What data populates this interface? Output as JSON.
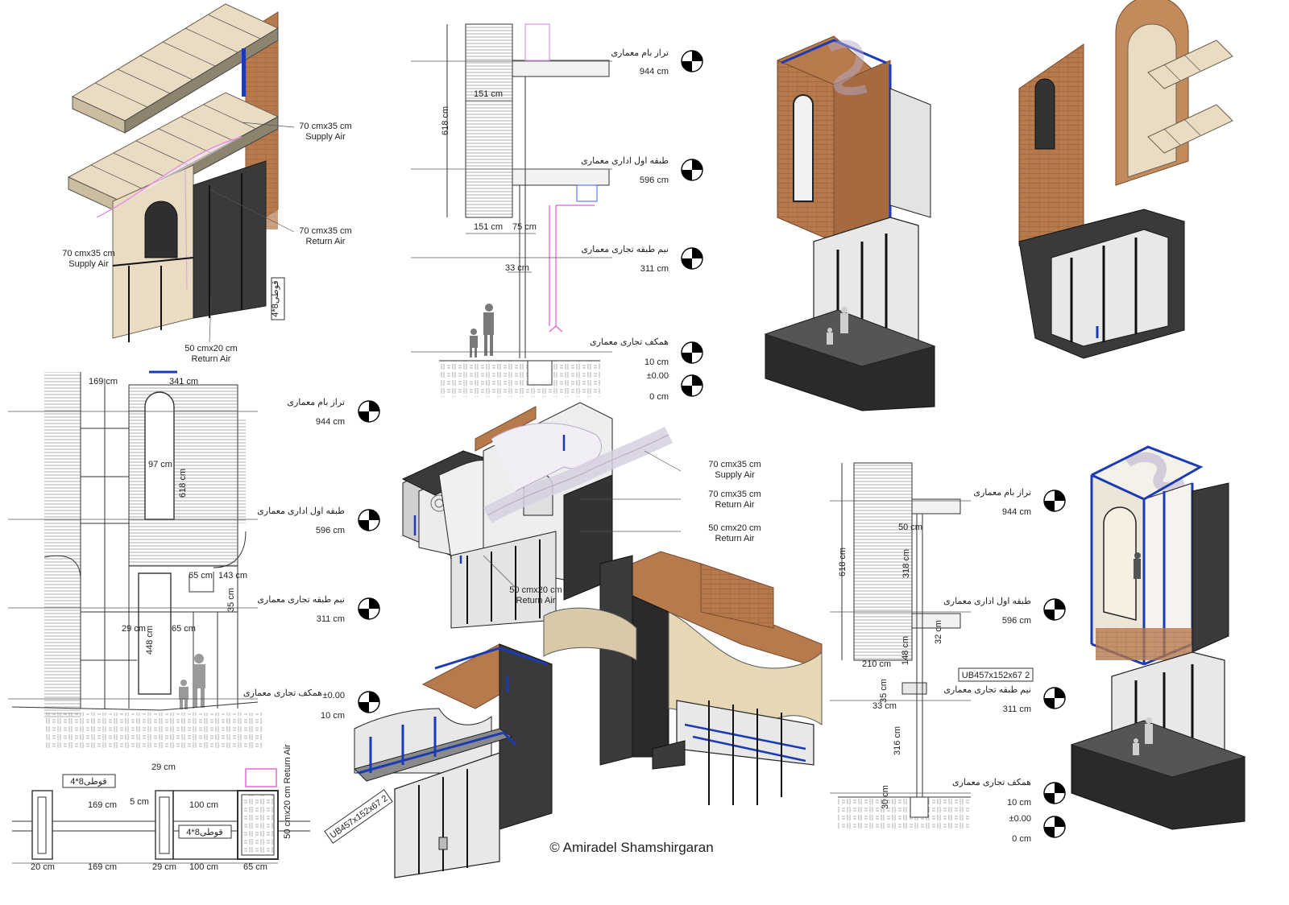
{
  "copyright": "© Amiradel Shamshirgaran",
  "colors": {
    "brick": "#b77a4d",
    "beige": "#e9dcc2",
    "dark_base": "#3a3a3a",
    "blue_frame": "#1b3bb5",
    "duct_outline": "#e48ae0"
  },
  "top_left_axo": {
    "supply_air_1": {
      "size": "70 cmx35 cm",
      "name": "Supply Air"
    },
    "return_air_1": {
      "size": "70 cmx35 cm",
      "name": "Return Air"
    },
    "supply_air_2": {
      "size": "70 cmx35 cm",
      "name": "Supply Air"
    },
    "return_air_2": {
      "size": "50 cmx20 cm",
      "name": "Return Air"
    },
    "column_tag": "قوطی8*4"
  },
  "top_section": {
    "dims": [
      "151 cm",
      "151 cm",
      "75 cm",
      "618 cm",
      "33 cm"
    ],
    "levels": [
      {
        "name": "تراز بام معماری",
        "value": "944 cm"
      },
      {
        "name": "طبقه اول اداری معماری",
        "value": "596 cm"
      },
      {
        "name": "نیم طبقه تجاری معماری",
        "value": "311 cm"
      },
      {
        "name": "همکف تجاری معماری",
        "value": "10 cm",
        "value2": "±0.00",
        "value3": "0 cm"
      }
    ]
  },
  "elevation": {
    "dims": [
      "169 cm",
      "341 cm",
      "97 cm",
      "618 cm",
      "65 cm",
      "143 cm",
      "35 cm",
      "29 cm",
      "65 cm",
      "448 cm"
    ],
    "levels": [
      {
        "name": "تراز بام معماری",
        "value": "944 cm"
      },
      {
        "name": "طبقه اول اداری معماری",
        "value": "596 cm"
      },
      {
        "name": "نیم طبقه تجاری معماری",
        "value": "311 cm"
      },
      {
        "name": "همکف تجاری معماری",
        "value": "±0.00",
        "value2": "10 cm"
      }
    ]
  },
  "plan": {
    "dims_top": [
      "29 cm",
      "169 cm",
      "5 cm",
      "100 cm"
    ],
    "dims_bottom": [
      "20 cm",
      "169 cm",
      "29 cm",
      "100 cm",
      "65 cm"
    ],
    "tags": [
      "قوطی8*4",
      "قوطی8*4"
    ],
    "return_air": "50 cmx20 cm Return Air"
  },
  "center_axo": {
    "supply_air": {
      "size": "70 cmx35 cm",
      "name": "Supply Air"
    },
    "return_air_1": {
      "size": "70 cmx35 cm",
      "name": "Return Air"
    },
    "return_air_2": {
      "size": "50 cmx20 cm",
      "name": "Return Air"
    },
    "return_air_3": {
      "size": "50 cmx20 cm",
      "name": "Return Air"
    }
  },
  "bottom_left_axo": {
    "beam_tag": "UB457x152x67 2"
  },
  "right_section": {
    "dims": [
      "618 cm",
      "50 cm",
      "318 cm",
      "32 cm",
      "148 cm",
      "210 cm",
      "35 cm",
      "33 cm",
      "316 cm",
      "30 cm"
    ],
    "beam_tag": "UB457x152x67 2",
    "levels": [
      {
        "name": "تراز بام معماری",
        "value": "944 cm"
      },
      {
        "name": "طبقه اول اداری معماری",
        "value": "596 cm"
      },
      {
        "name": "نیم طبقه تجاری معماری",
        "value": "311 cm"
      },
      {
        "name": "همکف تجاری معماری",
        "value": "10 cm",
        "value2": "±0.00",
        "value3": "0 cm"
      }
    ]
  }
}
